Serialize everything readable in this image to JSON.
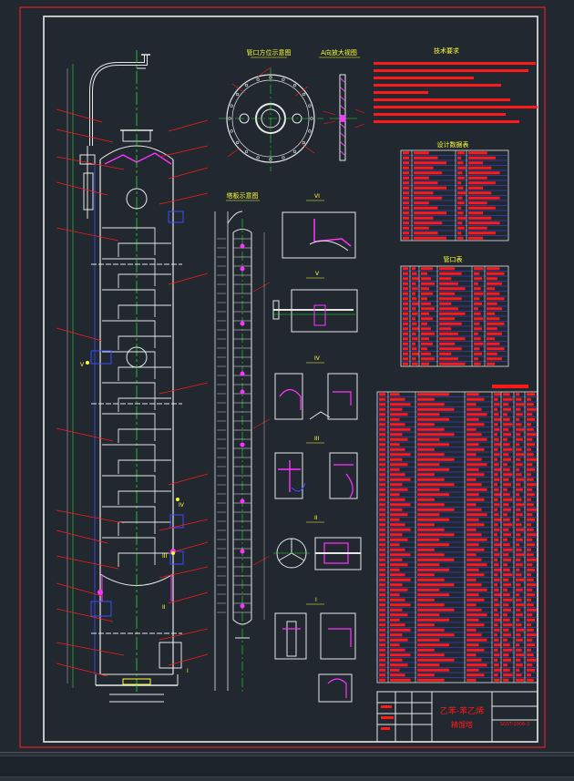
{
  "drawing": {
    "title_block": {
      "line1": "乙苯-苯乙烯",
      "line2": "精馏塔",
      "drawing_no": "SGST-2006-3"
    },
    "headings": {
      "tech_req": "技术要求",
      "design_data": "设计数据表",
      "nozzle_table": "管口表",
      "nozzle_layout": "管口方位示意图",
      "view_a": "A向放大视图",
      "tray_layout": "塔板示意图"
    },
    "detail_marks": [
      "VI",
      "V",
      "IV",
      "III",
      "II",
      "I"
    ],
    "column_marks": [
      "IV",
      "III",
      "II",
      "I",
      "V"
    ],
    "colors": {
      "background": "#212830",
      "frame": "#e8e8e8",
      "outer_frame": "#ff2020",
      "text_red": "#ff1a1a",
      "blue": "#3d4dff",
      "green": "#22e033",
      "magenta": "#ff33ff",
      "yellow": "#ffff33",
      "white": "#ffffff"
    }
  }
}
